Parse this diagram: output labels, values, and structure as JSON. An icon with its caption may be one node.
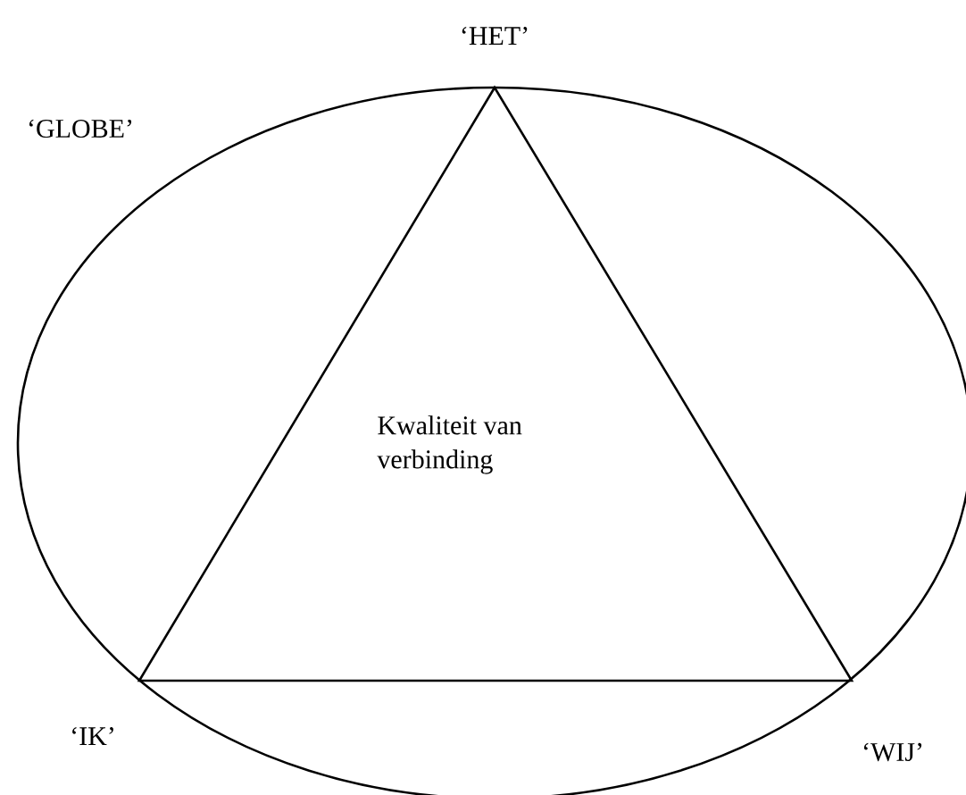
{
  "diagram": {
    "nodes": [
      {
        "text": [
          "‘GLOBE’"
        ]
      },
      {
        "text": [
          "Kwaliteit van verbinding"
        ],
        "in": 0
      }
    ],
    "labels": [
      "‘HET’",
      "‘IK’",
      "‘WIJ’"
    ]
  }
}
